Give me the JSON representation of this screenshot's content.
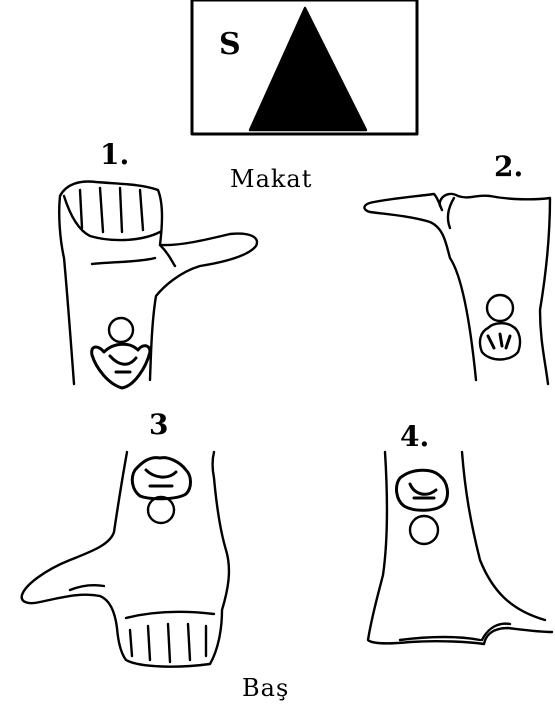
{
  "legend": {
    "letter": "S"
  },
  "captions": {
    "top": "Makat",
    "bottom": "Baş"
  },
  "panels": [
    {
      "number": "1."
    },
    {
      "number": "2."
    },
    {
      "number": "3"
    },
    {
      "number": "4."
    }
  ],
  "colors": {
    "ink": "#000000",
    "paper": "#ffffff"
  }
}
